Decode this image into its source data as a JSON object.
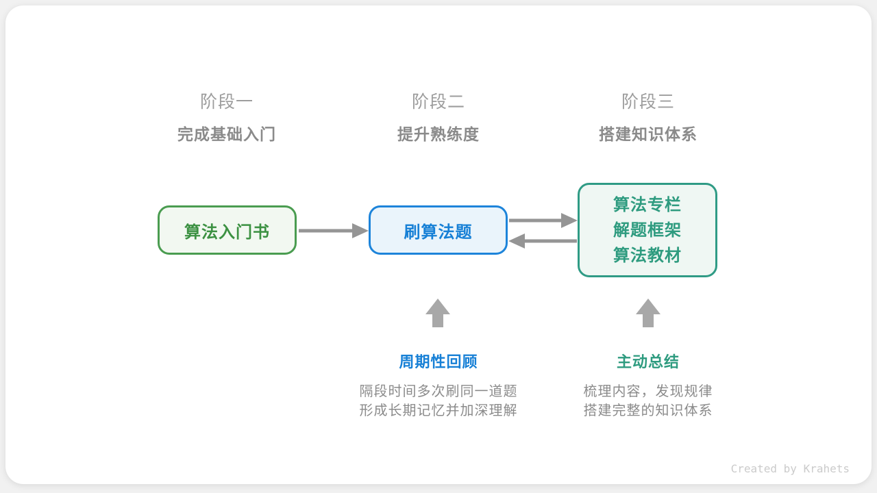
{
  "stages": [
    {
      "label": "阶段一",
      "subtitle": "完成基础入门"
    },
    {
      "label": "阶段二",
      "subtitle": "提升熟练度"
    },
    {
      "label": "阶段三",
      "subtitle": "搭建知识体系"
    }
  ],
  "nodes": {
    "intro_book": {
      "text": "算法入门书"
    },
    "practice": {
      "text": "刷算法题"
    },
    "resources": {
      "lines": [
        "算法专栏",
        "解题框架",
        "算法教材"
      ]
    }
  },
  "annotations": [
    {
      "title": "周期性回顾",
      "lines": [
        "隔段时间多次刷同一道题",
        "形成长期记忆并加深理解"
      ]
    },
    {
      "title": "主动总结",
      "lines": [
        "梳理内容，发现规律",
        "搭建完整的知识体系"
      ]
    }
  ],
  "footer": {
    "credit": "Created by Krahets"
  },
  "colors": {
    "green": "#3c9142",
    "blue": "#1780d6",
    "teal": "#2e9b7f",
    "arrow_gray": "#959595",
    "block_arrow_gray": "#a8a8a8"
  }
}
